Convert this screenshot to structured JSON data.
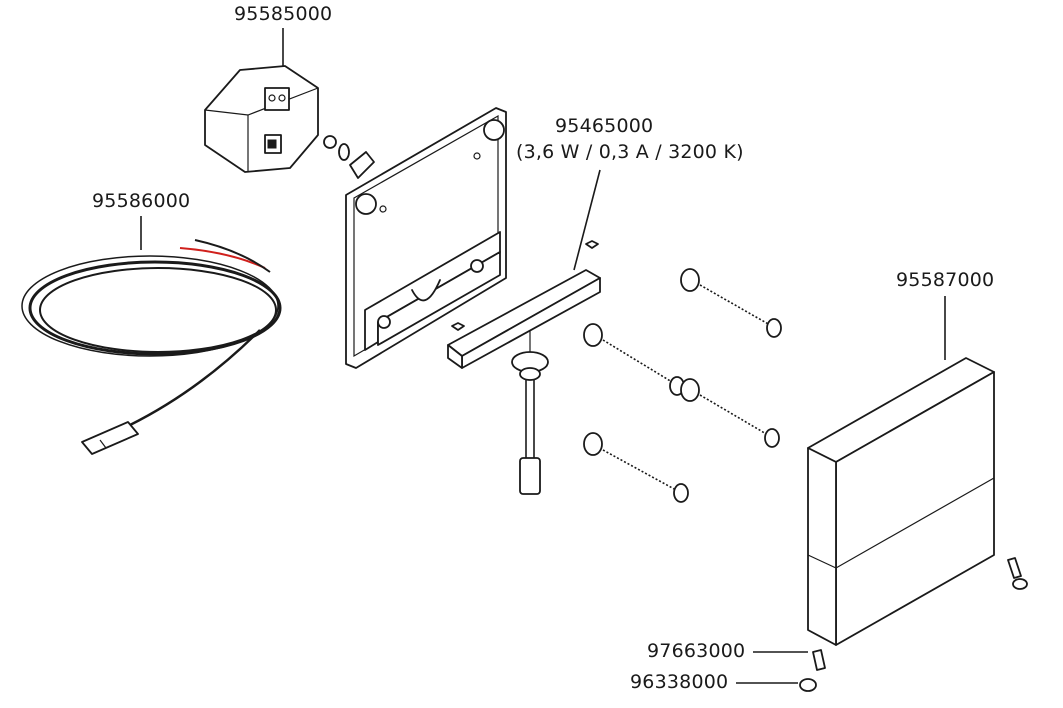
{
  "labels": {
    "power_supply": "95585000",
    "sensor_cable": "95586000",
    "light_module": "95465000",
    "light_module_spec": "(3,6 W / 0,3 A / 3200 K)",
    "cover": "95587000",
    "pin": "97663000",
    "cap": "96338000"
  },
  "colors": {
    "line": "#1a1a1a",
    "wire_red": "#d0201c",
    "background": "#ffffff"
  }
}
